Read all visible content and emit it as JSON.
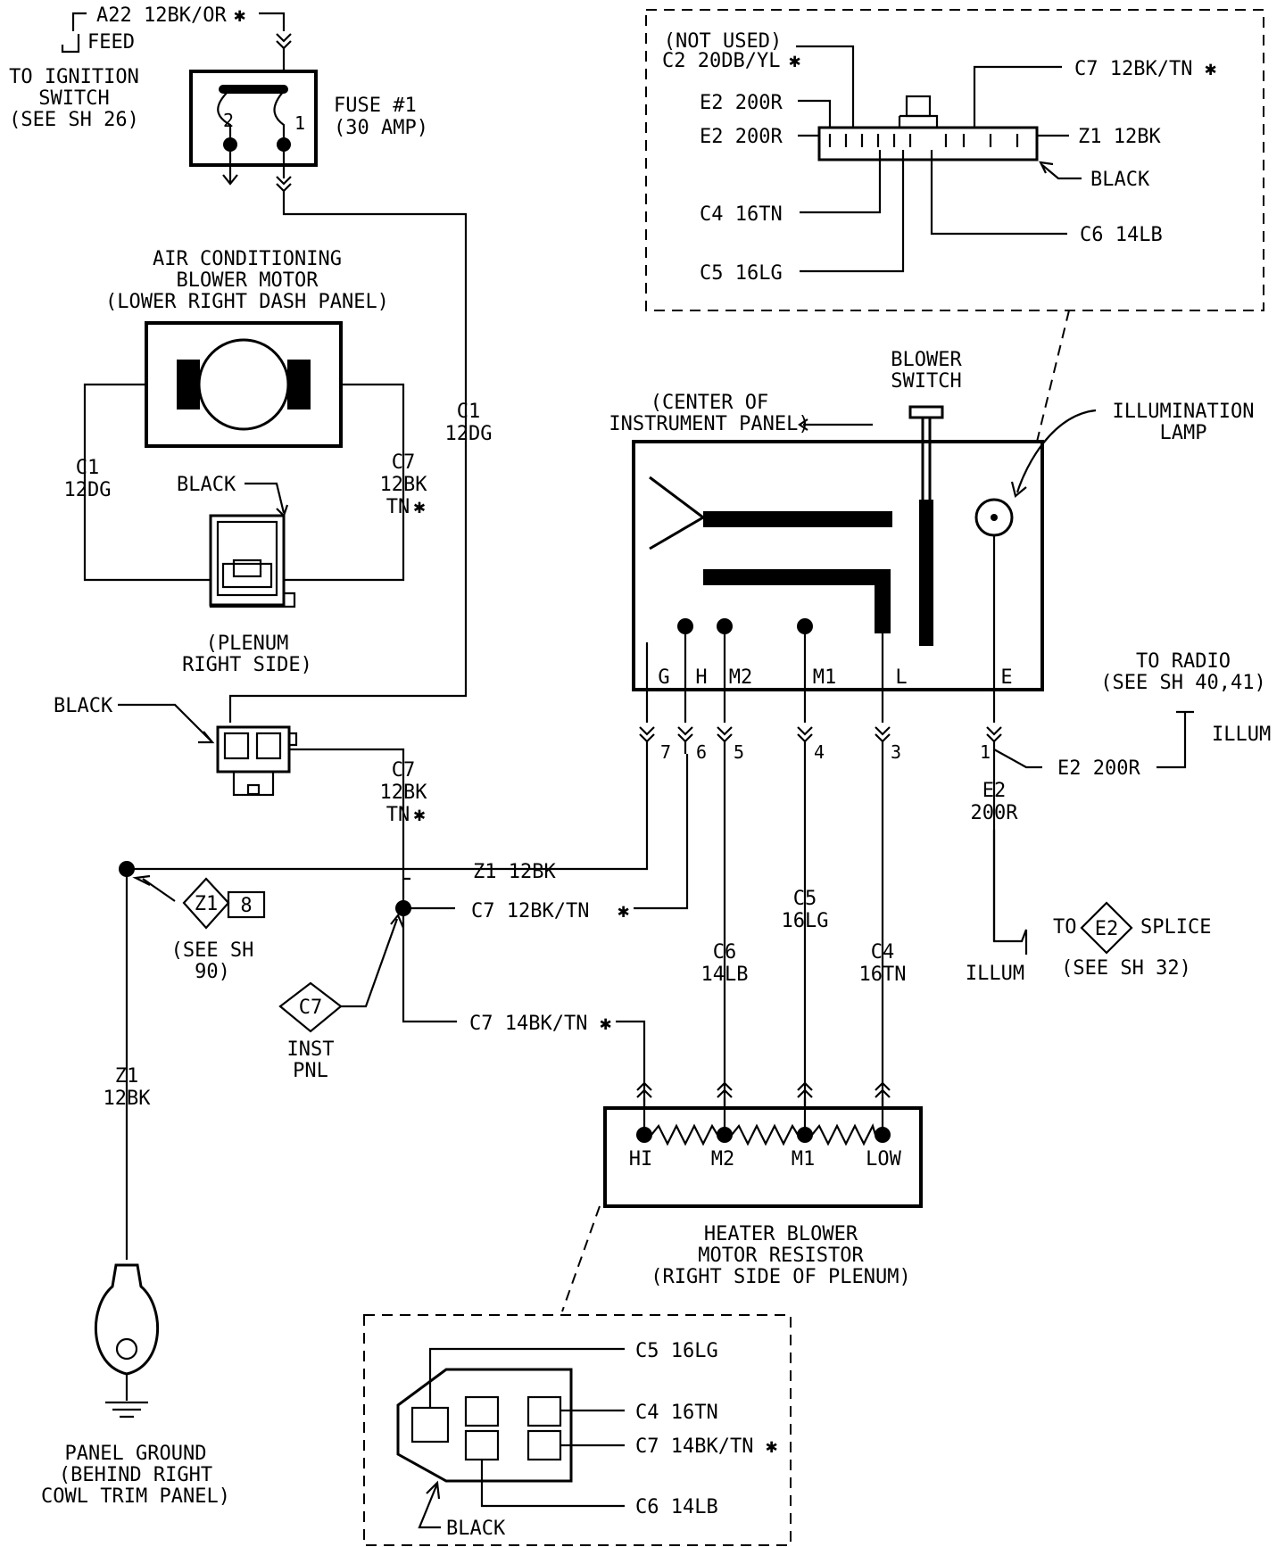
{
  "ignition": {
    "wire": "A22 12BK/OR",
    "feed": "FEED",
    "to_line1": "TO IGNITION",
    "to_line2": "SWITCH",
    "to_line3": "(SEE SH 26)"
  },
  "fuse": {
    "label1": "FUSE #1",
    "label2": "(30 AMP)",
    "term2": "2",
    "term1": "1"
  },
  "blower_motor": {
    "line1": "AIR CONDITIONING",
    "line2": "BLOWER MOTOR",
    "line3": "(LOWER RIGHT DASH PANEL)",
    "left_wire1": "C1",
    "left_wire2": "12DG",
    "right_wire1": "C7",
    "right_wire2": "12BK",
    "right_wire3": "TN",
    "connector_color": "BLACK"
  },
  "plenum": {
    "line1": "(PLENUM",
    "line2": "RIGHT SIDE)"
  },
  "feed_wire": {
    "code": "C1",
    "gauge": "12DG"
  },
  "black_connector": {
    "label": "BLACK"
  },
  "c7_wire": {
    "code": "C7",
    "gauge": "12BK",
    "suffix": "TN"
  },
  "ground": {
    "node_wire": "Z1 12BK",
    "z1_splice": "Z1",
    "z1_num": "8",
    "see1": "(SEE SH",
    "see2": "90)",
    "down_wire1": "Z1",
    "down_wire2": "12BK",
    "label1": "PANEL GROUND",
    "label2": "(BEHIND RIGHT",
    "label3": "COWL TRIM PANEL)"
  },
  "c7_splice": {
    "diamond": "C7",
    "label1": "INST",
    "label2": "PNL",
    "wire_right": "C7 12BK/TN",
    "wire_down": "C7 14BK/TN"
  },
  "switch": {
    "title1": "BLOWER",
    "title2": "SWITCH",
    "center1": "(CENTER OF",
    "center2": "INSTRUMENT PANEL)",
    "lamp1": "ILLUMINATION",
    "lamp2": "LAMP",
    "terminals": [
      "G",
      "H",
      "M2",
      "M1",
      "L",
      "E"
    ],
    "pins": [
      "7",
      "6",
      "5",
      "4",
      "3",
      "1"
    ]
  },
  "radio": {
    "line1": "TO RADIO",
    "line2": "(SEE SH 40,41)",
    "illum": "ILLUM",
    "wire": "E2 200R"
  },
  "e2": {
    "wire1": "E2",
    "wire2": "200R",
    "illum": "ILLUM",
    "to": "TO",
    "diamond": "E2",
    "splice": "SPLICE",
    "see": "(SEE SH 32)"
  },
  "resistor_wires": {
    "c6_code": "C6",
    "c6_gauge": "14LB",
    "c5_code": "C5",
    "c5_gauge": "16LG",
    "c4_code": "C4",
    "c4_gauge": "16TN"
  },
  "resistor": {
    "terminals": [
      "HI",
      "M2",
      "M1",
      "LOW"
    ],
    "line1": "HEATER BLOWER",
    "line2": "MOTOR RESISTOR",
    "line3": "(RIGHT SIDE OF PLENUM)"
  },
  "top_connector": {
    "not_used": "(NOT USED)",
    "c2": "C2 20DB/YL",
    "e2a": "E2 200R",
    "e2b": "E2 200R",
    "c4": "C4 16TN",
    "c5": "C5 16LG",
    "c7": "C7 12BK/TN",
    "z1": "Z1 12BK",
    "black": "BLACK",
    "c6": "C6 14LB"
  },
  "bottom_connector": {
    "c5": "C5 16LG",
    "c4": "C4 16TN",
    "c7": "C7 14BK/TN",
    "c6": "C6 14LB",
    "black": "BLACK"
  },
  "asterisk": "✱"
}
